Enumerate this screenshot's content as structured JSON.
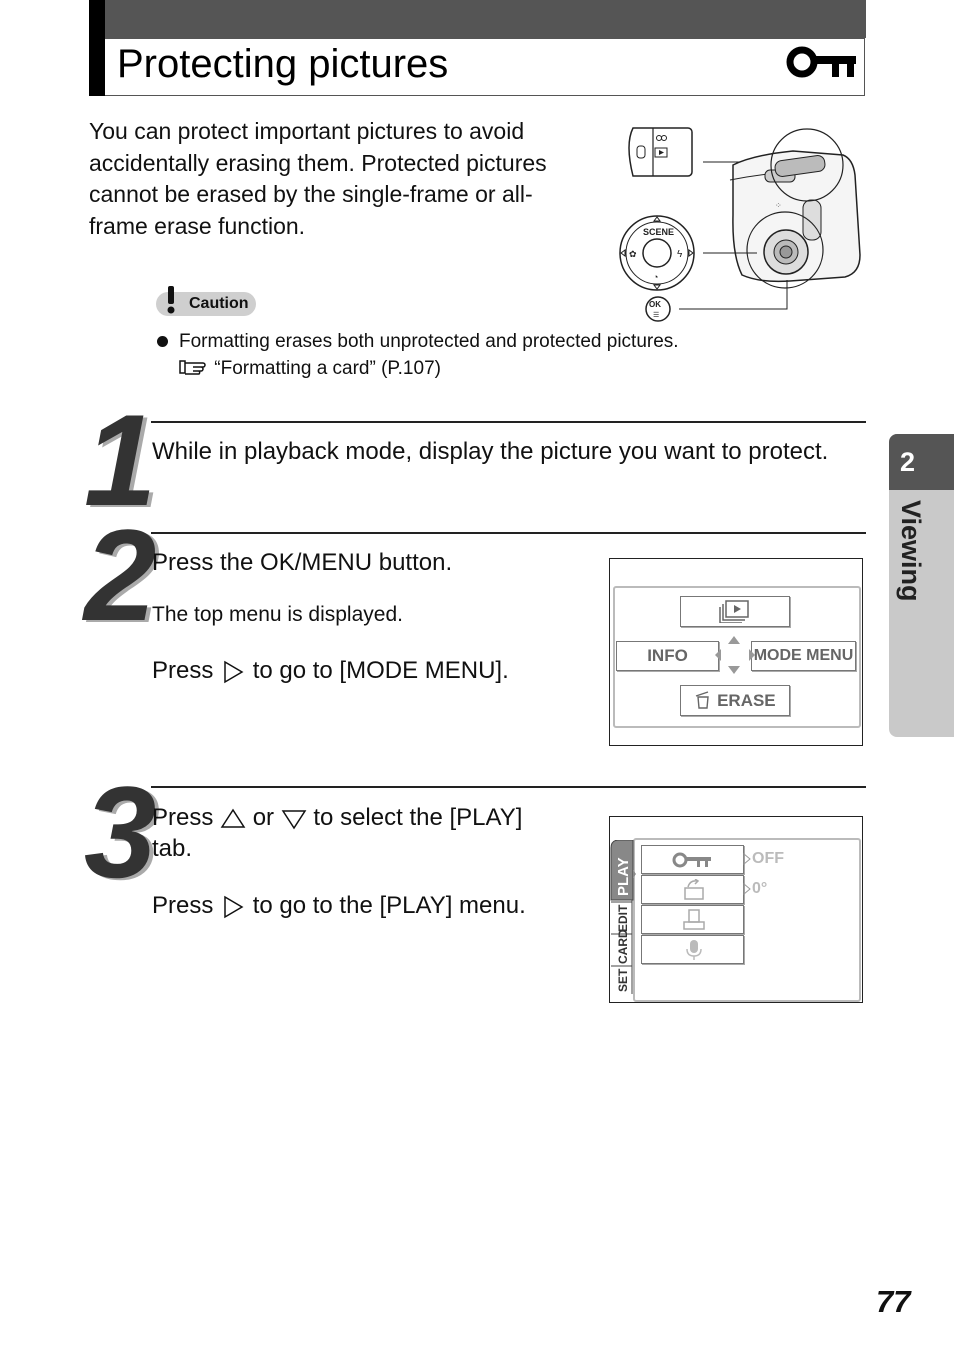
{
  "header": {
    "title": "Protecting pictures"
  },
  "intro": "You can protect important pictures to avoid accidentally erasing them. Protected pictures cannot be erased by the single-frame or all-frame erase function.",
  "camera_illustration": {
    "dial_label": "SCENE",
    "ok_label": "OK"
  },
  "caution": {
    "label": "Caution",
    "bullet": "Formatting erases both unprotected and protected pictures.",
    "reference": "“Formatting a card” (P.107)"
  },
  "steps": [
    {
      "num": "1",
      "main": "While in playback mode, display the picture you want to protect."
    },
    {
      "num": "2",
      "main": "Press the OK/MENU button.",
      "sub": "The top menu is displayed.",
      "action_pre": "Press",
      "action_post": "to go to [MODE MENU]."
    },
    {
      "num": "3",
      "main_pre": "Press",
      "main_or": "or",
      "main_post": "to select the [PLAY]",
      "main_cont": "tab.",
      "action_pre": "Press",
      "action_post": "to go to the [PLAY] menu."
    }
  ],
  "top_menu": {
    "info": "INFO",
    "mode_menu": "MODE MENU",
    "erase": "ERASE"
  },
  "play_menu": {
    "tabs": [
      "SET",
      "CARD",
      "EDIT",
      "PLAY"
    ],
    "values": [
      "OFF",
      "0°"
    ]
  },
  "side_tab": {
    "number": "2",
    "label": "Viewing"
  },
  "page_number": "77"
}
